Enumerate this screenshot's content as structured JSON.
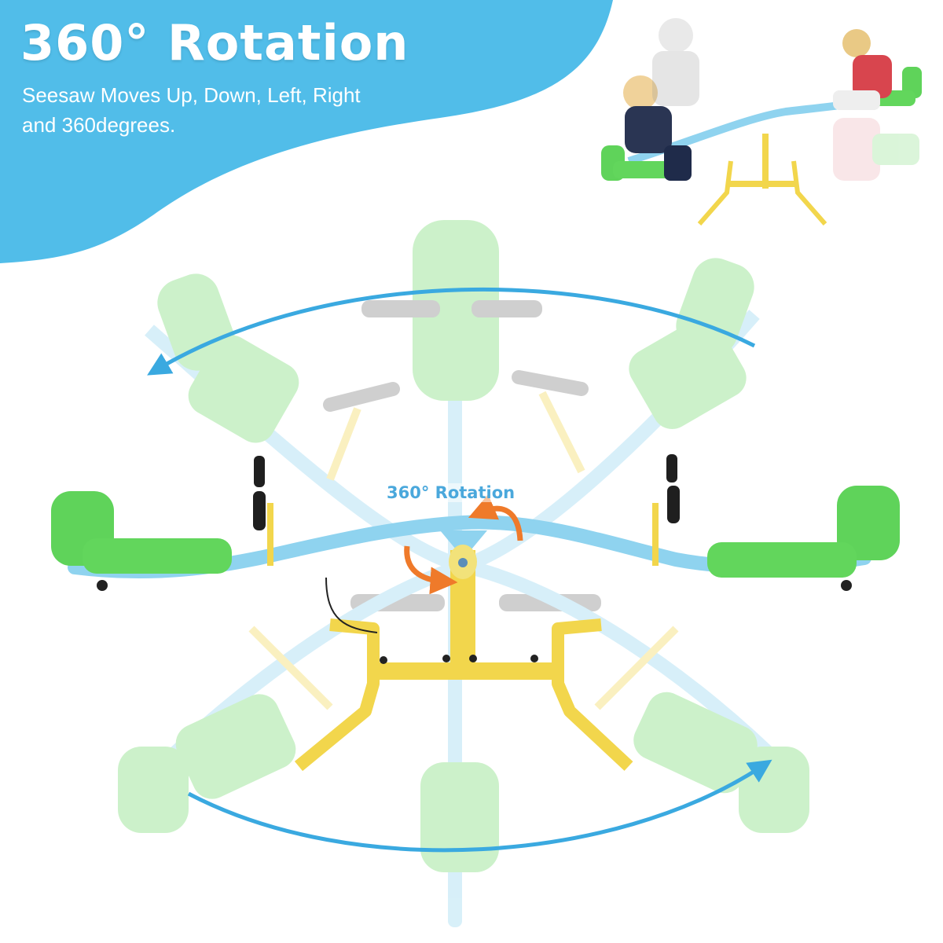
{
  "header": {
    "title": "360° Rotation",
    "subtitle": "Seesaw Moves Up, Down, Left, Right and 360degrees."
  },
  "diagram": {
    "center_label": "360° Rotation"
  },
  "colors": {
    "banner_blue": "#51bde9",
    "frame_blue": "#8fd3ef",
    "seat_green": "#5fd35a",
    "base_yellow": "#f2d64c",
    "arrow_blue": "#3aa9e0",
    "arrow_orange": "#ef7a2a",
    "label_blue": "#4aa8dc",
    "handle_black": "#1f1f1f"
  },
  "icons": {
    "rotation_arrows": "curved-arrow-icon",
    "orbit_arrows": "orbit-arrow-icon"
  }
}
